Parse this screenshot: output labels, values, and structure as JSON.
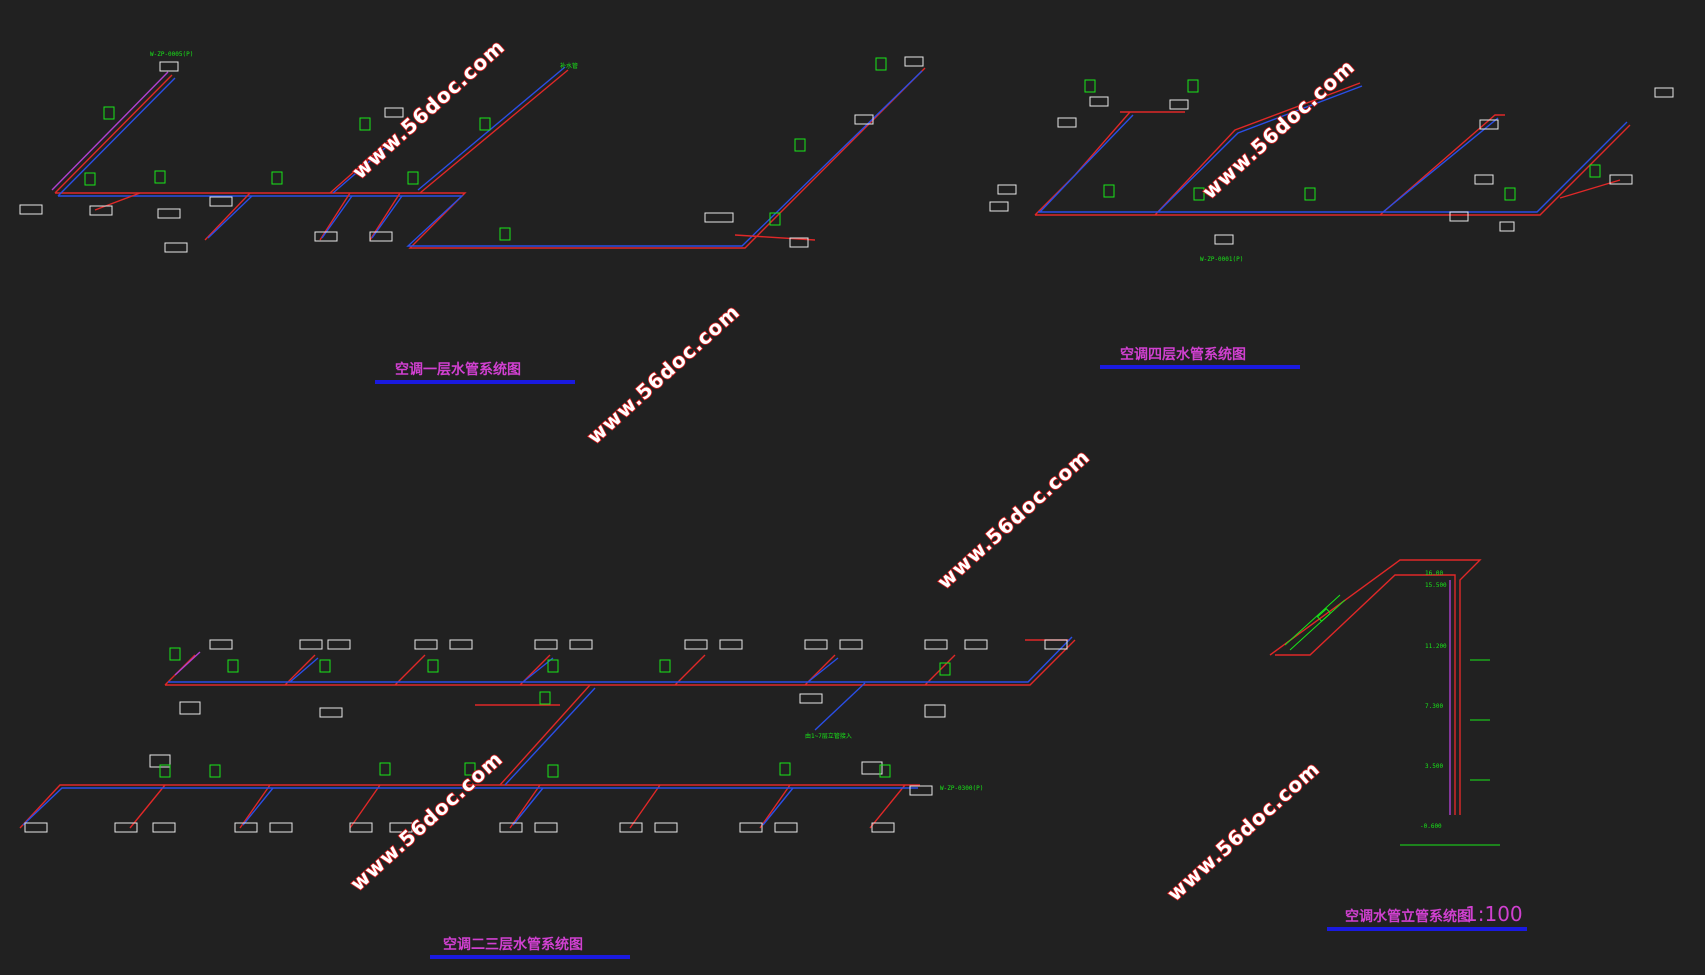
{
  "diagram": {
    "titles": {
      "floor1": "空调一层水管系统图",
      "floor4": "空调四层水管系统图",
      "floor23": "空调二三层水管系统图",
      "riser": "空调水管立管系统图",
      "riser_scale": "1:100"
    },
    "watermark": "www.56doc.com",
    "colors": {
      "background": "#212121",
      "supply_pipe": "#e02828",
      "return_pipe": "#2a4ee6",
      "condensate_pipe": "#b040d0",
      "annotation": "#19e619",
      "equipment": "#e8e8e8",
      "title_text": "#d040d0",
      "title_underline": "#1a1ae0",
      "watermark_fill": "#ffffff",
      "watermark_outline": "#d01a1a"
    },
    "riser_elevations": [
      "16.00",
      "15.500",
      "11.200",
      "7.300",
      "3.500",
      "-0.600"
    ]
  }
}
